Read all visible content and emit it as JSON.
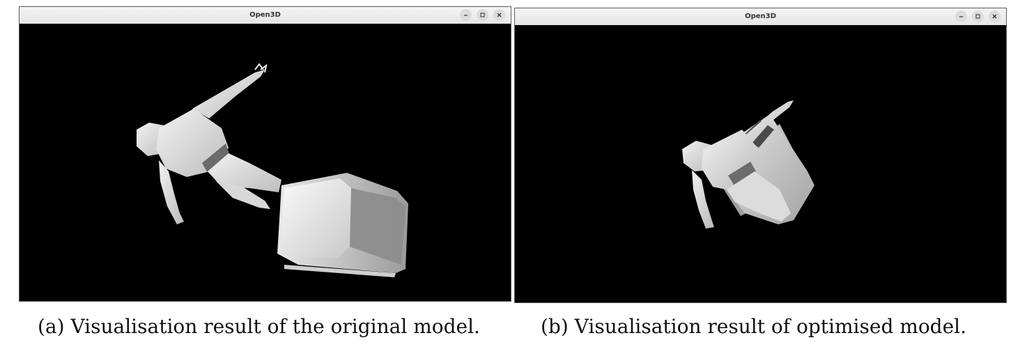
{
  "left_window": {
    "title": "Open3D",
    "controls": [
      {
        "name": "minimize-icon"
      },
      {
        "name": "maximize-icon"
      },
      {
        "name": "close-icon"
      }
    ]
  },
  "right_window": {
    "title": "Open3D",
    "controls": [
      {
        "name": "minimize-icon"
      },
      {
        "name": "maximize-icon"
      },
      {
        "name": "close-icon"
      }
    ]
  },
  "captions": {
    "a": "(a) Visualisation result of the original model.",
    "b": "(b) Visualisation result of optimised model."
  }
}
